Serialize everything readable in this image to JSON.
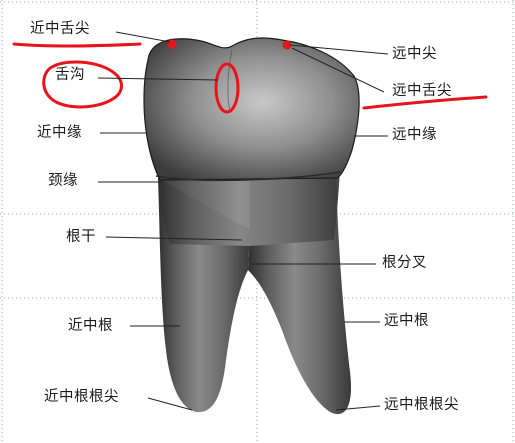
{
  "labels": {
    "mesial_lingual_cusp": "近中舌尖",
    "lingual_sulcus": "舌沟",
    "mesial_marginal": "近中缘",
    "cervical_margin": "颈缘",
    "root_trunk": "根干",
    "mesial_root": "近中根",
    "mesial_root_apex": "近中根根尖",
    "distal_cusp": "远中尖",
    "distal_lingual_cusp": "远中舌尖",
    "distal_marginal": "远中缘",
    "root_bifurcation": "根分叉",
    "distal_root": "远中根",
    "distal_root_apex": "远中根根尖"
  },
  "colors": {
    "annotation_red": "#e8141c",
    "leader_line": "#222222",
    "grid_dots": "#9aa6b8"
  }
}
